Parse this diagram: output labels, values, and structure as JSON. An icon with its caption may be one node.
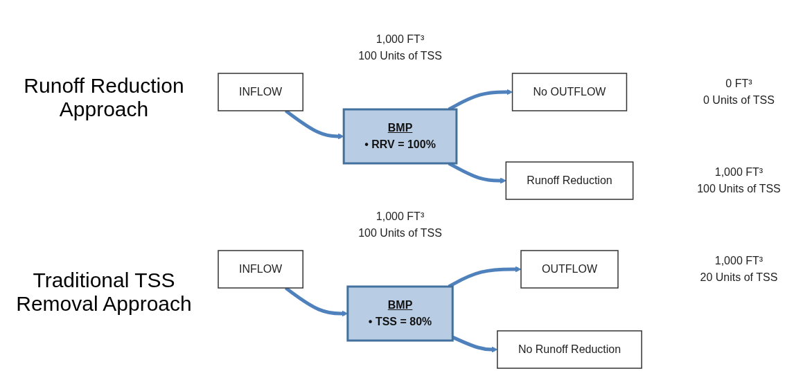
{
  "diagram": {
    "nodes": [
      {
        "text": [
          "INFLOW"
        ],
        "beside": [
          "1,000 FT³",
          "100 Units of TSS"
        ]
      },
      {
        "text": [
          "BMP",
          "• RRV = 100%"
        ]
      },
      {
        "text": [
          "No OUTFLOW"
        ],
        "beside": [
          "0 FT³",
          "0 Units of TSS"
        ]
      },
      {
        "text": [
          "Runoff Reduction"
        ],
        "beside": [
          "1,000 FT³",
          "100 Units of TSS"
        ]
      },
      {
        "text": [
          "INFLOW"
        ],
        "beside": [
          "1,000 FT³",
          "100 Units of TSS"
        ]
      },
      {
        "text": [
          "BMP",
          "• TSS = 80%"
        ]
      },
      {
        "text": [
          "OUTFLOW"
        ],
        "beside": [
          "1,000 FT³",
          "20 Units of TSS"
        ]
      },
      {
        "text": [
          "No Runoff Reduction"
        ]
      }
    ],
    "edges": [
      {
        "from": 0,
        "to": 1,
        "arrow": "to"
      },
      {
        "from": 1,
        "to": 2,
        "arrow": "to"
      },
      {
        "from": 1,
        "to": 3,
        "arrow": "to"
      },
      {
        "from": 4,
        "to": 5,
        "arrow": "to"
      },
      {
        "from": 5,
        "to": 6,
        "arrow": "to"
      },
      {
        "from": 5,
        "to": 7,
        "arrow": "to"
      }
    ],
    "labels": [
      "Runoff Reduction Approach",
      "Traditional TSS Removal Approach"
    ]
  }
}
